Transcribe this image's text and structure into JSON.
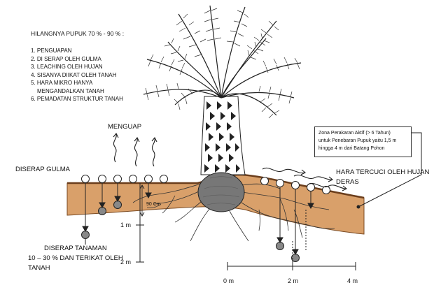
{
  "losses": {
    "title": "HILANGNYA PUPUK  70 % - 90 % :",
    "items": [
      "1. PENGUAPAN",
      "2. DI SERAP OLEH GULMA",
      "3. LEACHING OLEH HUJAN",
      "4. SISANYA DIIKAT OLEH TANAH",
      "5. HARA MIKRO HANYA",
      "    MENGANDALKAN TANAH",
      "6. PEMADATAN STRUKTUR TANAH"
    ]
  },
  "labels": {
    "evaporation": "MENGUAP",
    "weeds": "DISERAP GULMA",
    "leached_line1": "HARA TERCUCI OLEH HUJAN",
    "leached_line2": "DERAS",
    "plant_line1": "DISERAP TANAMAN",
    "plant_line2": "10 – 30 % DAN TERIKAT OLEH",
    "plant_line3": "TANAH"
  },
  "zone_box": {
    "line1": "Zona Perakaran Aktif (> 6 Tahun)",
    "line2": "untuk Penebaran Pupuk yaitu 1,5 m",
    "line3": "hingga 4 m dari Batang Pohon"
  },
  "depth": {
    "d90": "90 Cm",
    "d1": "1 m",
    "d2": "2 m"
  },
  "distance": {
    "d0": "0 m",
    "d2": "2 m",
    "d4": "4 m"
  },
  "colors": {
    "soil": "#d9a06a",
    "soil_dark": "#7a4a22",
    "rootball": "#777777",
    "particle": "#888888"
  }
}
